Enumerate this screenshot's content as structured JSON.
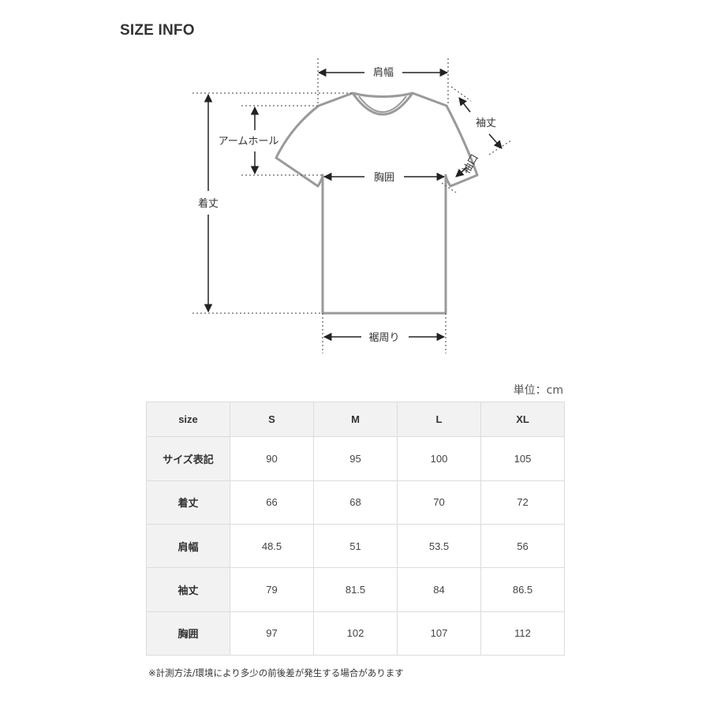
{
  "title": "SIZE INFO",
  "diagram": {
    "labels": {
      "shoulder": "肩幅",
      "sleeve_length": "袖丈",
      "cuff": "袖口",
      "armhole": "アームホール",
      "chest": "胸囲",
      "length": "着丈",
      "hem": "裾周り"
    }
  },
  "unit_note": "単位：cm",
  "table": {
    "columns": [
      "size",
      "S",
      "M",
      "L",
      "XL"
    ],
    "rows": [
      {
        "label": "サイズ表記",
        "values": [
          "90",
          "95",
          "100",
          "105"
        ]
      },
      {
        "label": "着丈",
        "values": [
          "66",
          "68",
          "70",
          "72"
        ]
      },
      {
        "label": "肩幅",
        "values": [
          "48.5",
          "51",
          "53.5",
          "56"
        ]
      },
      {
        "label": "袖丈",
        "values": [
          "79",
          "81.5",
          "84",
          "86.5"
        ]
      },
      {
        "label": "胸囲",
        "values": [
          "97",
          "102",
          "107",
          "112"
        ]
      }
    ]
  },
  "footnote": "※計測方法/環境により多少の前後差が発生する場合があります"
}
